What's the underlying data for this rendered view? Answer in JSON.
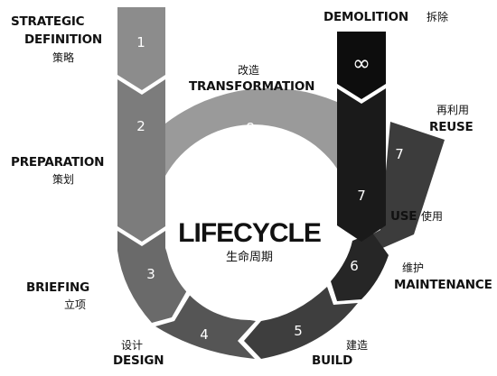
{
  "center": {
    "title": "LIFECYCLE",
    "subtitle": "生命周期"
  },
  "stages": [
    {
      "num": "1",
      "en": "STRATEGIC",
      "en2": "DEFINITION",
      "zh": "策略",
      "color": "#8c8c8c"
    },
    {
      "num": "2",
      "en": "PREPARATION",
      "zh": "策划",
      "color": "#8c8c8c"
    },
    {
      "num": "3",
      "en": "BRIEFING",
      "zh": "立项",
      "color": "#6a6a6a"
    },
    {
      "num": "4",
      "en": "DESIGN",
      "zh": "设计",
      "color": "#555555"
    },
    {
      "num": "5",
      "en": "BUILD",
      "zh": "建造",
      "color": "#3e3e3e"
    },
    {
      "num": "6",
      "en": "MAINTENANCE",
      "zh": "维护",
      "color": "#262626"
    },
    {
      "num": "7",
      "en": "USE",
      "zh": "使用",
      "color": "#1a1a1a"
    },
    {
      "num": "7",
      "en": "REUSE",
      "zh": "再利用",
      "color": "#3c3c3c"
    },
    {
      "num": "8",
      "en": "TRANSFORMATION",
      "zh": "改造",
      "color": "#9a9a9a"
    },
    {
      "num": "∞",
      "en": "DEMOLITION",
      "zh": "拆除",
      "color": "#0d0d0d"
    }
  ]
}
